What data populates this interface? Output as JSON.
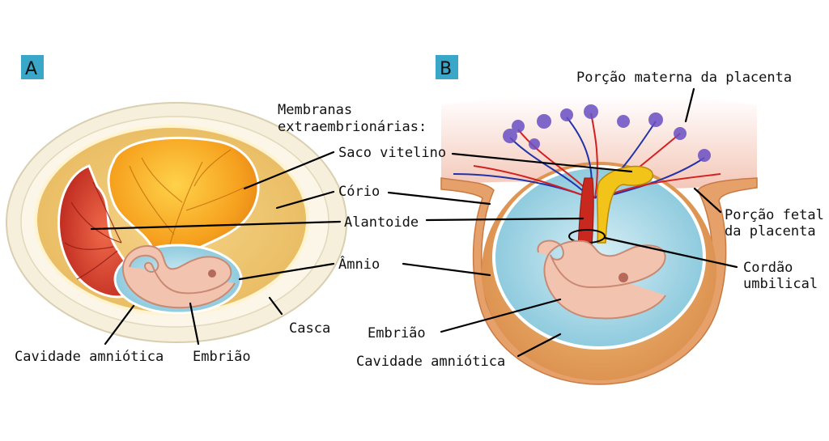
{
  "panel_a": {
    "badge": "A",
    "labels": {
      "membranes": [
        "Membranas",
        "extraembrionárias:"
      ],
      "yolk_sac": "Saco vitelino",
      "chorion": "Cório",
      "allantois": "Alantoide",
      "amnion": "Âmnio",
      "shell": "Casca",
      "amniotic_cavity": "Cavidade amniótica",
      "embryo": "Embrião"
    }
  },
  "panel_b": {
    "badge": "B",
    "labels": {
      "maternal_placenta": "Porção materna da placenta",
      "fetal_placenta": [
        "Porção fetal",
        "da placenta"
      ],
      "umbilical_cord": [
        "Cordão",
        "umbilical"
      ],
      "embryo": "Embrião",
      "amniotic_cavity": "Cavidade amniótica"
    }
  },
  "colors": {
    "badge": "#3aa7c9",
    "yolk": "#f5a623",
    "allantois": "#c8281e",
    "amnion": "#a9d8e6",
    "embryo": "#f2c4b0",
    "shell": "#f3ecd6",
    "placenta": "#f7d2c6",
    "vein": "#2233aa",
    "artery": "#d42020"
  }
}
